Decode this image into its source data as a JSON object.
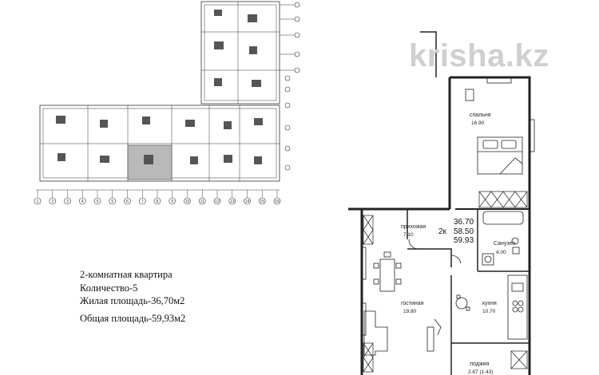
{
  "watermark": "krisha.kz",
  "info": {
    "line1": "2-комнатная квартира",
    "line2": "Количество-5",
    "line3": "Жилая площадь-36,70м2",
    "line4": "Общая площадь-59,93м2"
  },
  "apartment": {
    "type": "2к",
    "area_living": "36.70",
    "area_total_a": "58.50",
    "area_total_b": "59.93",
    "rooms": [
      {
        "name": "спальня",
        "area": "16.90"
      },
      {
        "name": "прихожая",
        "area": "7.10"
      },
      {
        "name": "гостиная",
        "area": "19.80"
      },
      {
        "name": "кухня",
        "area": "10.70"
      },
      {
        "name": "Санузел",
        "area": "4.00"
      },
      {
        "name": "лоджия",
        "area": "2.87 (1.43)"
      }
    ]
  },
  "axes": [
    "1",
    "2",
    "3",
    "4",
    "5",
    "5",
    "6",
    "7",
    "8",
    "9",
    "10",
    "11",
    "12",
    "13",
    "14",
    "15",
    "16"
  ]
}
